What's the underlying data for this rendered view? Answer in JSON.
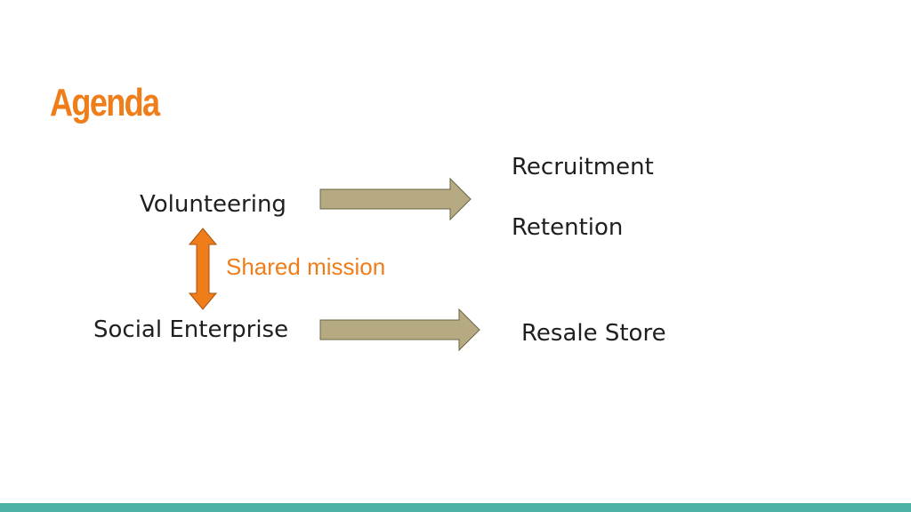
{
  "slide": {
    "title": "Agenda",
    "left_items": {
      "volunteering": "Volunteering",
      "social_enterprise": "Social Enterprise"
    },
    "connector_label": "Shared mission",
    "right_items": {
      "recruitment": "Recruitment",
      "retention": "Retention",
      "resale_store": "Resale Store"
    },
    "colors": {
      "accent": "#ef7d1a",
      "arrow_fill": "#b5aa81",
      "arrow_stroke": "#6b6445",
      "footer": "#4db3a7",
      "text": "#1f1f1f"
    }
  }
}
